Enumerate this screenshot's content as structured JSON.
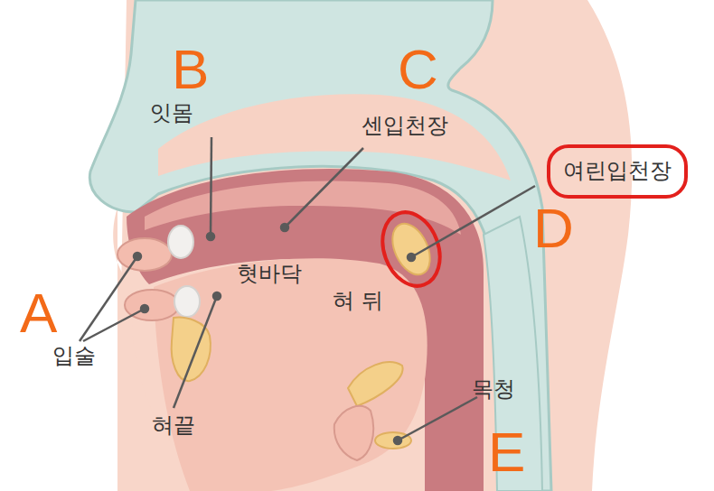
{
  "diagram": {
    "nodes": [
      {
        "text": [
          "여린입천장"
        ]
      }
    ],
    "labels": [
      "B",
      "C",
      "잇몸",
      "센입천장",
      "D",
      "혓바닥",
      "혀 뒤",
      "A",
      "입술",
      "목청",
      "E",
      "혀끝"
    ]
  }
}
